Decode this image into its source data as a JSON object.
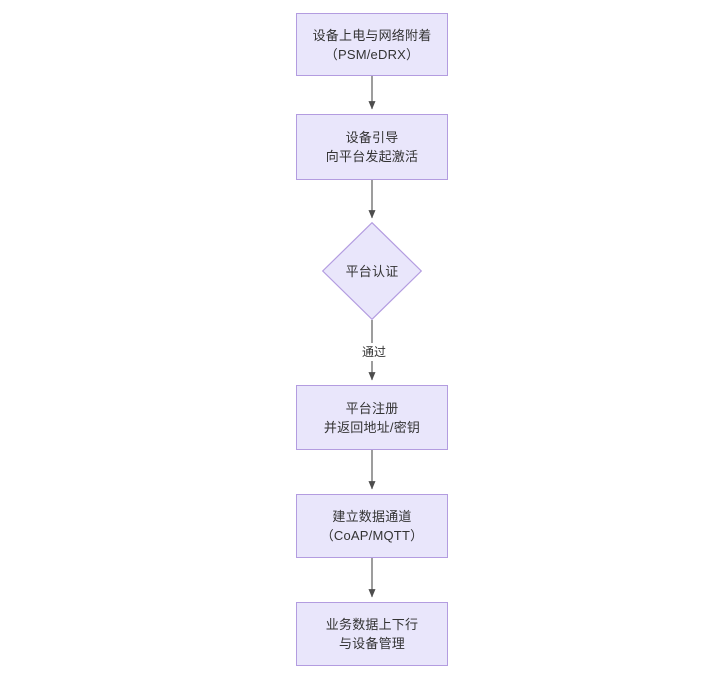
{
  "diagram": {
    "type": "flowchart",
    "orientation": "top-to-bottom",
    "background_color": "#ffffff",
    "node_fill_color": "#e9e6fb",
    "node_border_color": "#b39ce0",
    "text_color": "#333333",
    "edge_color": "#4d4d4d",
    "nodes": [
      {
        "id": "power-on",
        "shape": "rectangle",
        "lines": [
          "设备上电与网络附着",
          "（PSM/eDRX）"
        ]
      },
      {
        "id": "bootstrap",
        "shape": "rectangle",
        "lines": [
          "设备引导",
          "向平台发起激活"
        ]
      },
      {
        "id": "platform-auth",
        "shape": "diamond",
        "lines": [
          "平台认证"
        ]
      },
      {
        "id": "platform-register",
        "shape": "rectangle",
        "lines": [
          "平台注册",
          "并返回地址/密钥"
        ]
      },
      {
        "id": "data-channel",
        "shape": "rectangle",
        "lines": [
          "建立数据通道",
          "（CoAP/MQTT）"
        ]
      },
      {
        "id": "business-data",
        "shape": "rectangle",
        "lines": [
          "业务数据上下行",
          "与设备管理"
        ]
      }
    ],
    "edges": [
      {
        "id": "e1",
        "from": "power-on",
        "to": "bootstrap",
        "label": ""
      },
      {
        "id": "e2",
        "from": "bootstrap",
        "to": "platform-auth",
        "label": ""
      },
      {
        "id": "e3",
        "from": "platform-auth",
        "to": "platform-register",
        "label": "通过"
      },
      {
        "id": "e4",
        "from": "platform-register",
        "to": "data-channel",
        "label": ""
      },
      {
        "id": "e5",
        "from": "data-channel",
        "to": "business-data",
        "label": ""
      }
    ]
  }
}
